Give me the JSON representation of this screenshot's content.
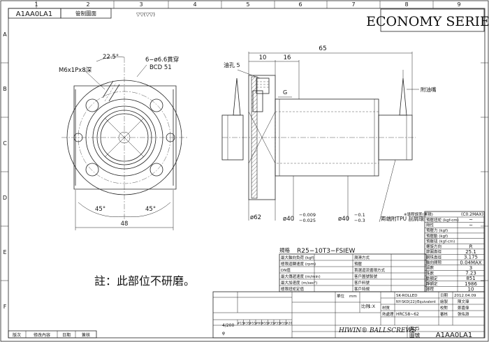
{
  "title_code": "A1AA0LA1",
  "title_label": "管制圖面",
  "series": "ECONOMY SERIES",
  "surface_mark": "▽▽(▽▽)",
  "grid": {
    "cols": [
      "1",
      "2",
      "3",
      "4",
      "5",
      "6",
      "7",
      "8",
      "9"
    ],
    "rows": [
      "A",
      "B",
      "C",
      "D",
      "E",
      "F"
    ]
  },
  "dims": {
    "angle": "22.5°",
    "holes_l1": "6−ø6.6貫穿",
    "holes_l2": "BCD 51",
    "thread": "M6x1Px8深",
    "angle_left": "45°",
    "angle_right": "45°",
    "width48": "48",
    "len65": "65",
    "d10": "10",
    "d16": "16",
    "oil": "油孔 5",
    "g": "G",
    "dia62": "ø62",
    "dia40a": "ø40",
    "tol40a_up": "−0.009",
    "tol40a_dn": "−0.025",
    "dia40b": "ø40",
    "tol40b_up": "−0.1",
    "tol40b_dn": "−0.3",
    "wiper_note": "兩端附TPU 刮屑環",
    "accessory": "附油嘴"
  },
  "note": "註：此部位不研磨。",
  "spec": {
    "model_label": "規格",
    "model": "R25−10T3−FSIEW",
    "rows": [
      {
        "label": "最大軸向負荷 (kgf)",
        "label2": "潤滑方式"
      },
      {
        "label": "極限迴轉速度 (rpm)",
        "label2": "預壓"
      },
      {
        "label": "DN值",
        "label2": "首選迴流循環方式"
      },
      {
        "label": "最大傳遞速度 (m/min)",
        "label2": "客戶圖號製號"
      },
      {
        "label": "最大加速度 (m/sec²)",
        "label2": "客戶料號"
      },
      {
        "label": "極限扭矩定值",
        "label2": "客戶特規"
      }
    ]
  },
  "right_table": {
    "head_label": "※導程誤差(累積)",
    "head_val": "(C0.2MAX)",
    "rows": [
      {
        "label": "預壓扭矩 (kgf-cm)",
        "value": "~"
      },
      {
        "label": "剛性",
        "value": "~"
      },
      {
        "label": "預壓力 (kgf)",
        "value": ""
      },
      {
        "label": "預壓動 (kgf)",
        "value": ""
      },
      {
        "label": "預壓扭 (kgf-cm)",
        "value": ""
      },
      {
        "label": "螺旋方向",
        "value": "R"
      },
      {
        "label": "節圓直徑",
        "value": "25.1"
      },
      {
        "label": "鋼珠直徑",
        "value": "3.175"
      },
      {
        "label": "軸向間隙",
        "value": "0.04MAX"
      },
      {
        "label": "迴數",
        "value": "3"
      },
      {
        "label": "珠數",
        "value": "7.23"
      },
      {
        "label": "動額定",
        "value": "851"
      },
      {
        "label": "靜額定",
        "value": "1986"
      },
      {
        "label": "導程",
        "value": "10"
      }
    ]
  },
  "title_block": {
    "material_top": "SK-ROLLED",
    "material": "材質",
    "material2": "NY-SKD(22)/Equivalent",
    "hardness": "HRC58~62",
    "heat": "熱處理",
    "date_label": "日期",
    "date": "2012.04.09",
    "drawn_label": "繪製",
    "drawn": "陳文瑋",
    "check_label": "校對",
    "check": "鄭嘉偉",
    "approve_label": "審核",
    "approve": "張佑淵",
    "scale_label": "比例",
    "scale": "1:X",
    "unit_label": "單位",
    "unit": "mm",
    "customer_label": "客戶",
    "drawing_no_label": "圖號",
    "drawing_no": "A1AA0LA1",
    "brand": "HIWIN® BALLSCREWS",
    "tolerance_vals": [
      "#15",
      "#35",
      "#55",
      "#60",
      "#55",
      "#35",
      "#55",
      "#55",
      "#20"
    ],
    "fraction_top": "4/200",
    "fraction_bot": "φ"
  },
  "revision": {
    "c1": "版次",
    "c2": "修改內容",
    "c3": "日期",
    "c4": "簽核"
  }
}
